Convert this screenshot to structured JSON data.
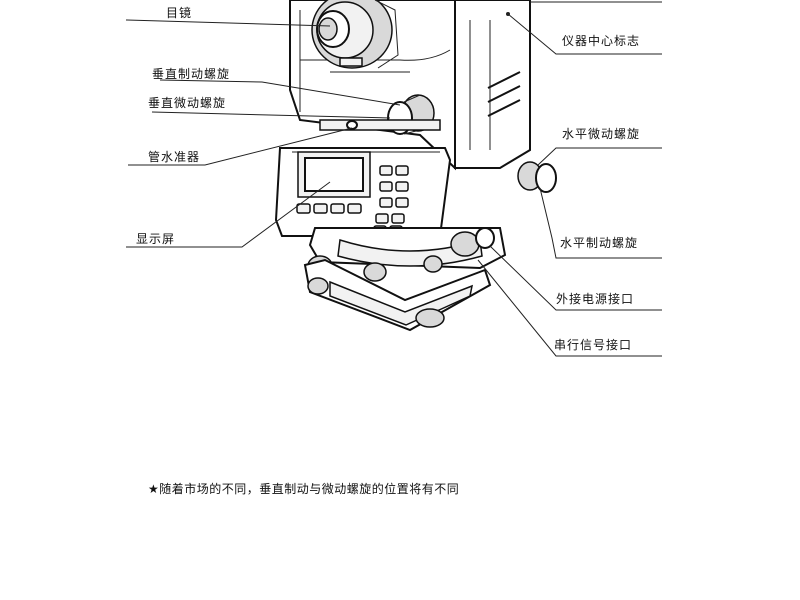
{
  "labels": {
    "eyepiece": "目镜",
    "vertical_clamp": "垂直制动螺旋",
    "vertical_tangent": "垂直微动螺旋",
    "plate_level": "管水准器",
    "display": "显示屏",
    "instrument_center_mark": "仪器中心标志",
    "horizontal_tangent": "水平微动螺旋",
    "horizontal_clamp": "水平制动螺旋",
    "external_power_port": "外接电源接口",
    "serial_port": "串行信号接口"
  },
  "note": "★随着市场的不同，垂直制动与微动螺旋的位置将有不同"
}
